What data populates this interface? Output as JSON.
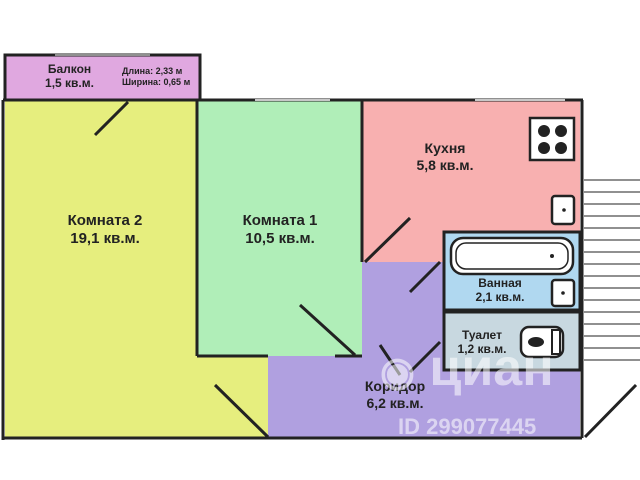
{
  "rooms": {
    "balcony": {
      "name": "Балкон",
      "area": "1,5 кв.м.",
      "length": "Длина: 2,33 м",
      "width": "Ширина: 0,65 м",
      "color": "#e0a8e0"
    },
    "room2": {
      "name": "Комната 2",
      "area": "19,1 кв.м.",
      "color": "#e6ee7e"
    },
    "room1": {
      "name": "Комната 1",
      "area": "10,5 кв.м.",
      "color": "#b0eeb8"
    },
    "kitchen": {
      "name": "Кухня",
      "area": "5,8 кв.м.",
      "color": "#f8b0b0"
    },
    "bathroom": {
      "name": "Ванная",
      "area": "2,1 кв.м.",
      "color": "#b0d8f0"
    },
    "toilet": {
      "name": "Туалет",
      "area": "1,2 кв.м.",
      "color": "#c8d8e0"
    },
    "corridor": {
      "name": "Коридор",
      "area": "6,2 кв.м.",
      "color": "#b0a0e0"
    }
  },
  "watermark": {
    "brand": "циан",
    "id": "ID 299077445"
  },
  "colors": {
    "wall": "#222222"
  }
}
